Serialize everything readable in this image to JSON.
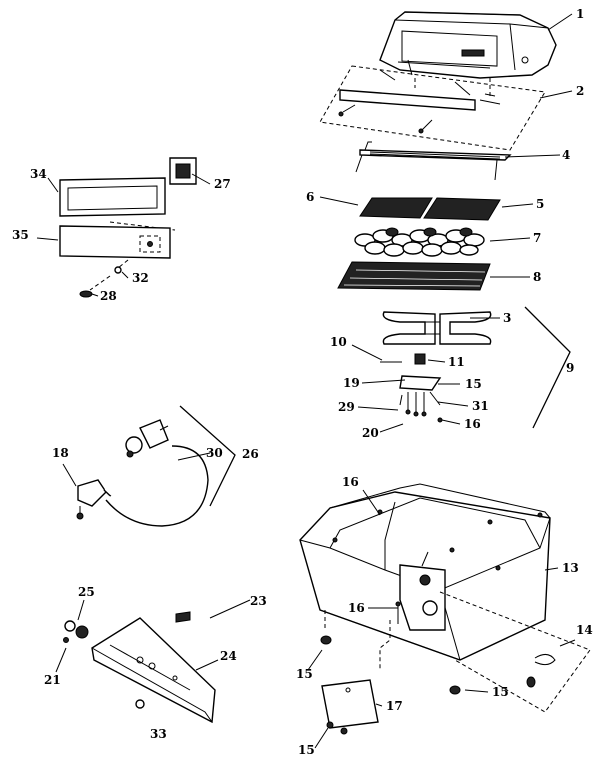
{
  "labels": {
    "l1": "1",
    "l2": "2",
    "l3": "3",
    "l4": "4",
    "l5": "5",
    "l6": "6",
    "l7": "7",
    "l8": "8",
    "l9": "9",
    "l10": "10",
    "l11": "11",
    "l13": "13",
    "l14": "14",
    "l15a": "15",
    "l15b": "15",
    "l15c": "15",
    "l15d": "15",
    "l16a": "16",
    "l16b": "16",
    "l16c": "16",
    "l17": "17",
    "l18": "18",
    "l19": "19",
    "l20": "20",
    "l21": "21",
    "l23": "23",
    "l24": "24",
    "l25": "25",
    "l26": "26",
    "l27": "27",
    "l28": "28",
    "l29": "29",
    "l30": "30",
    "l31": "31",
    "l32": "32",
    "l33": "33",
    "l34": "34",
    "l35": "35"
  }
}
